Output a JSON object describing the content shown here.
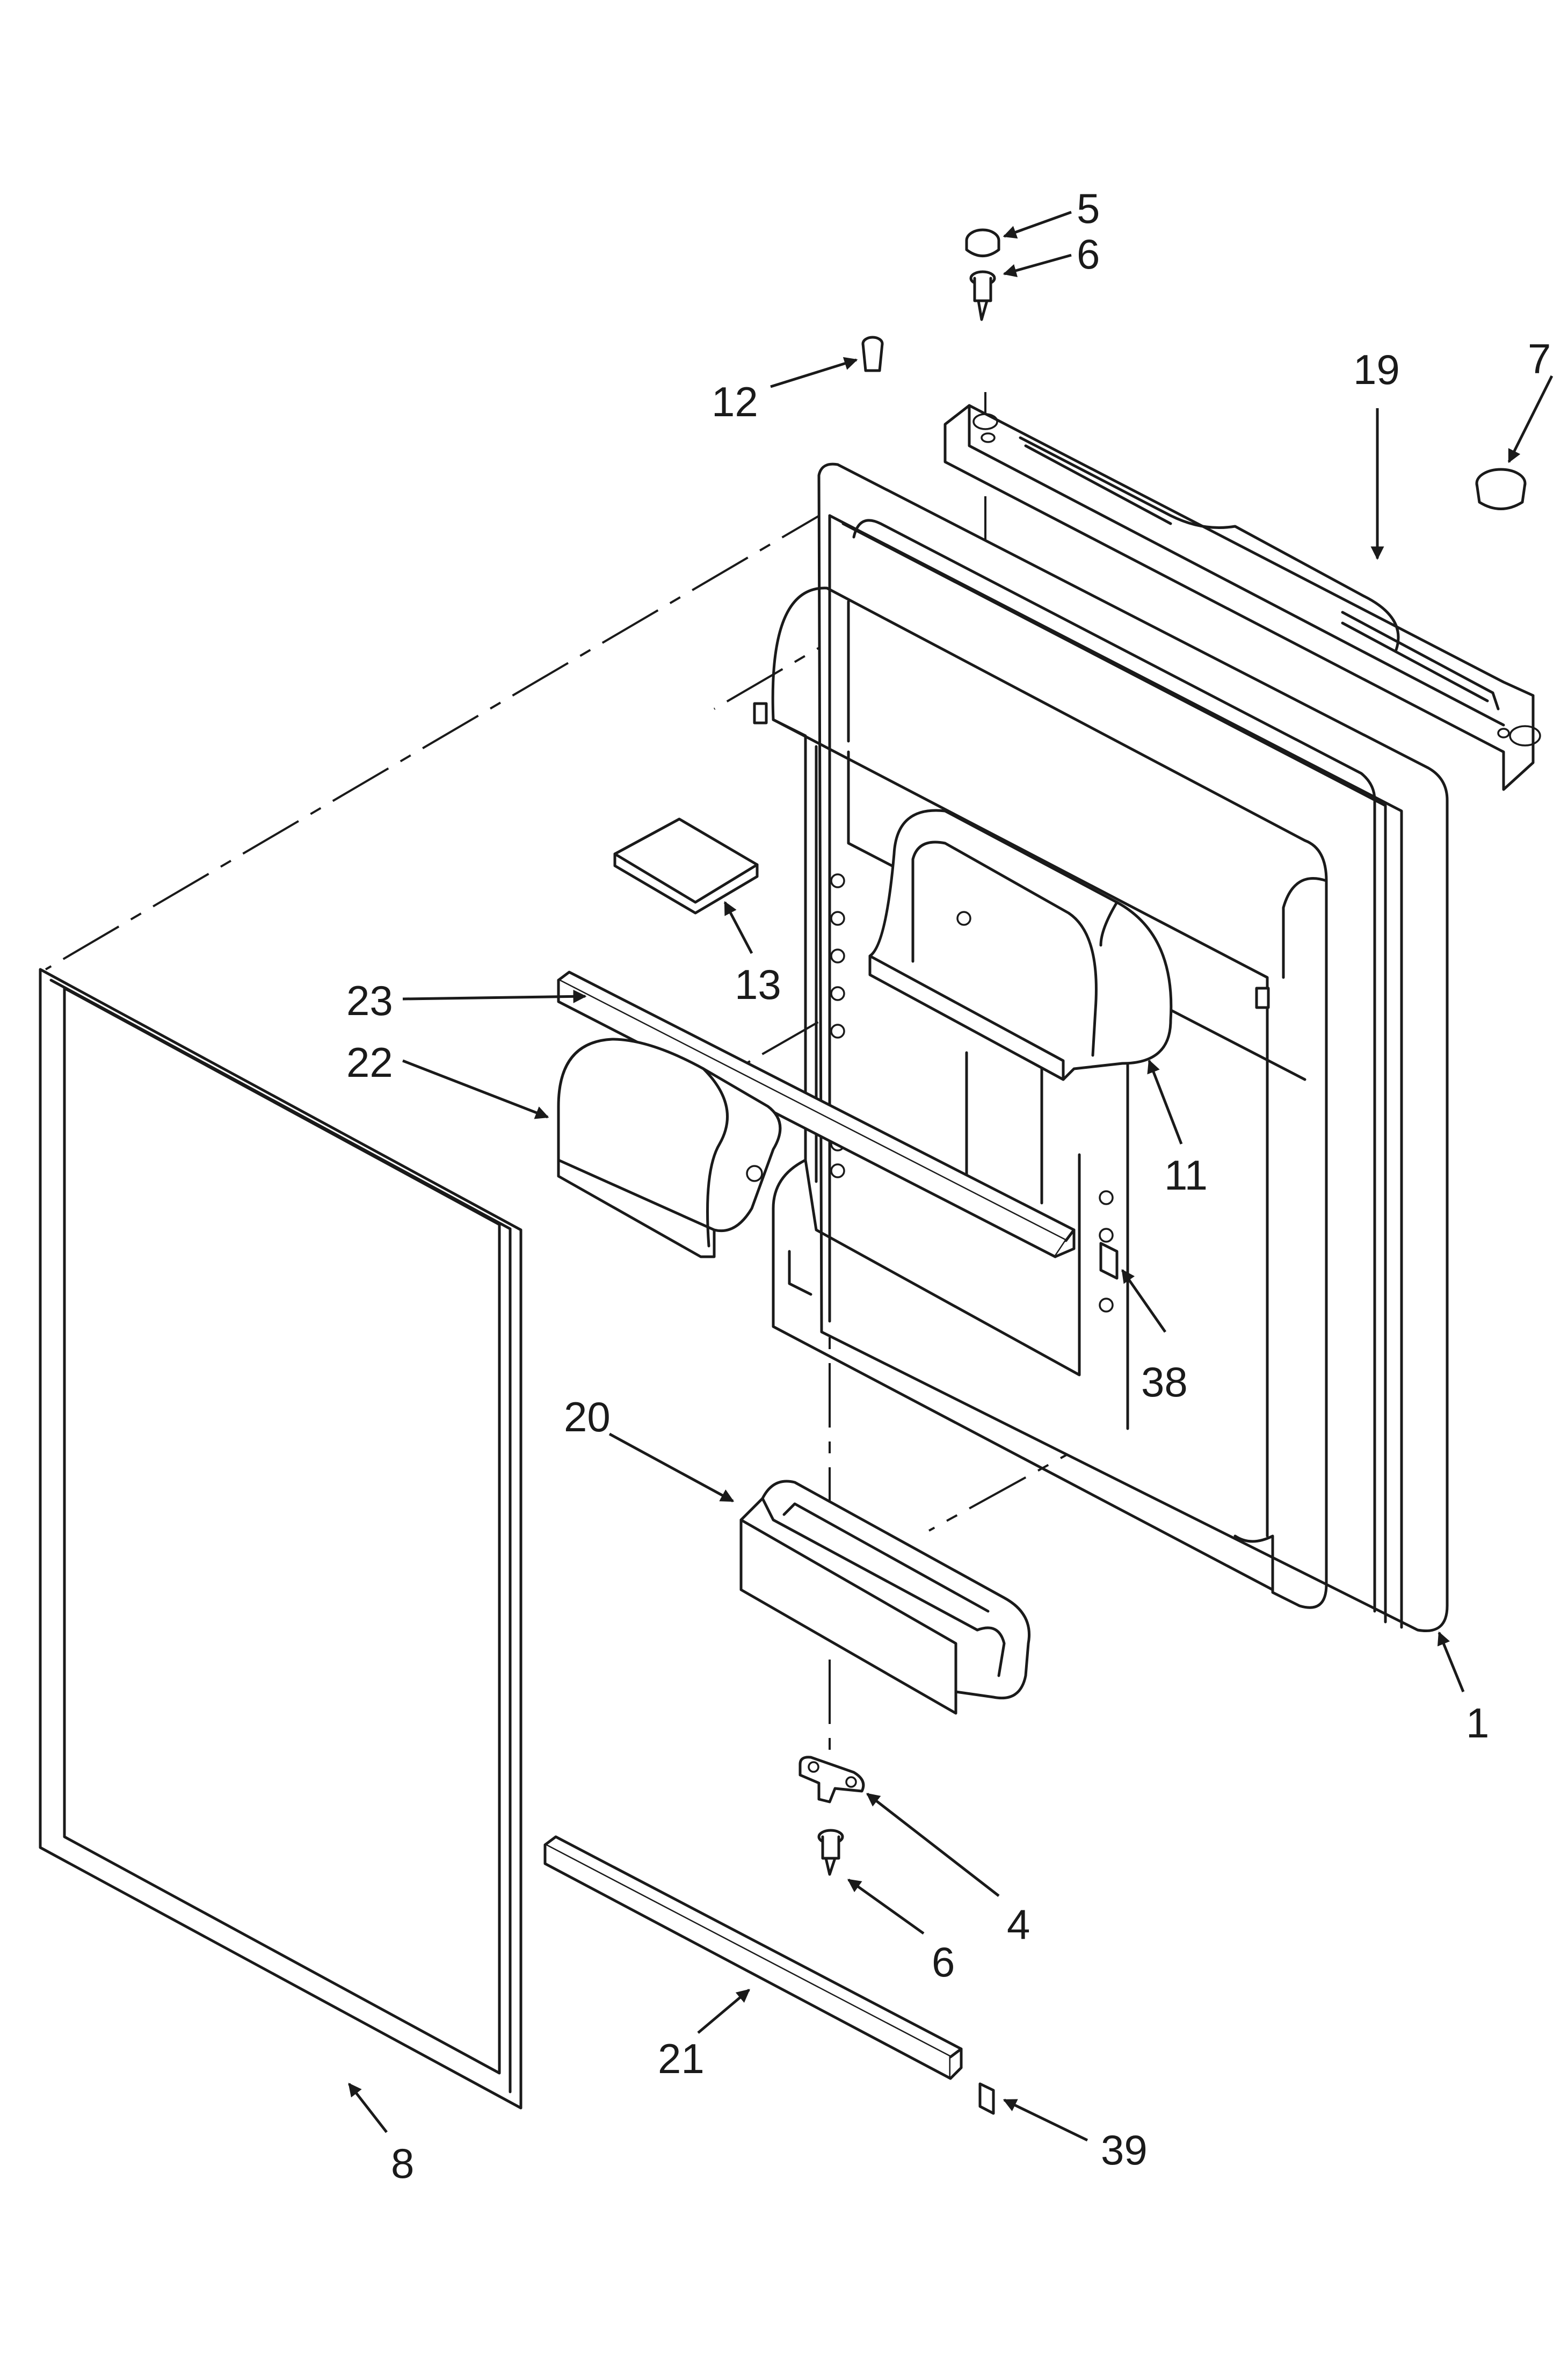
{
  "diagram": {
    "callouts": [
      {
        "id": "c5",
        "label": "5"
      },
      {
        "id": "c6a",
        "label": "6"
      },
      {
        "id": "c7",
        "label": "7"
      },
      {
        "id": "c12",
        "label": "12"
      },
      {
        "id": "c19",
        "label": "19"
      },
      {
        "id": "c13",
        "label": "13"
      },
      {
        "id": "c23",
        "label": "23"
      },
      {
        "id": "c22",
        "label": "22"
      },
      {
        "id": "c11",
        "label": "11"
      },
      {
        "id": "c38",
        "label": "38"
      },
      {
        "id": "c20",
        "label": "20"
      },
      {
        "id": "c1",
        "label": "1"
      },
      {
        "id": "c4",
        "label": "4"
      },
      {
        "id": "c6b",
        "label": "6"
      },
      {
        "id": "c21",
        "label": "21"
      },
      {
        "id": "c8",
        "label": "8"
      },
      {
        "id": "c39",
        "label": "39"
      }
    ],
    "colors": {
      "ink": "#1a1a1a",
      "paper": "#ffffff"
    }
  }
}
